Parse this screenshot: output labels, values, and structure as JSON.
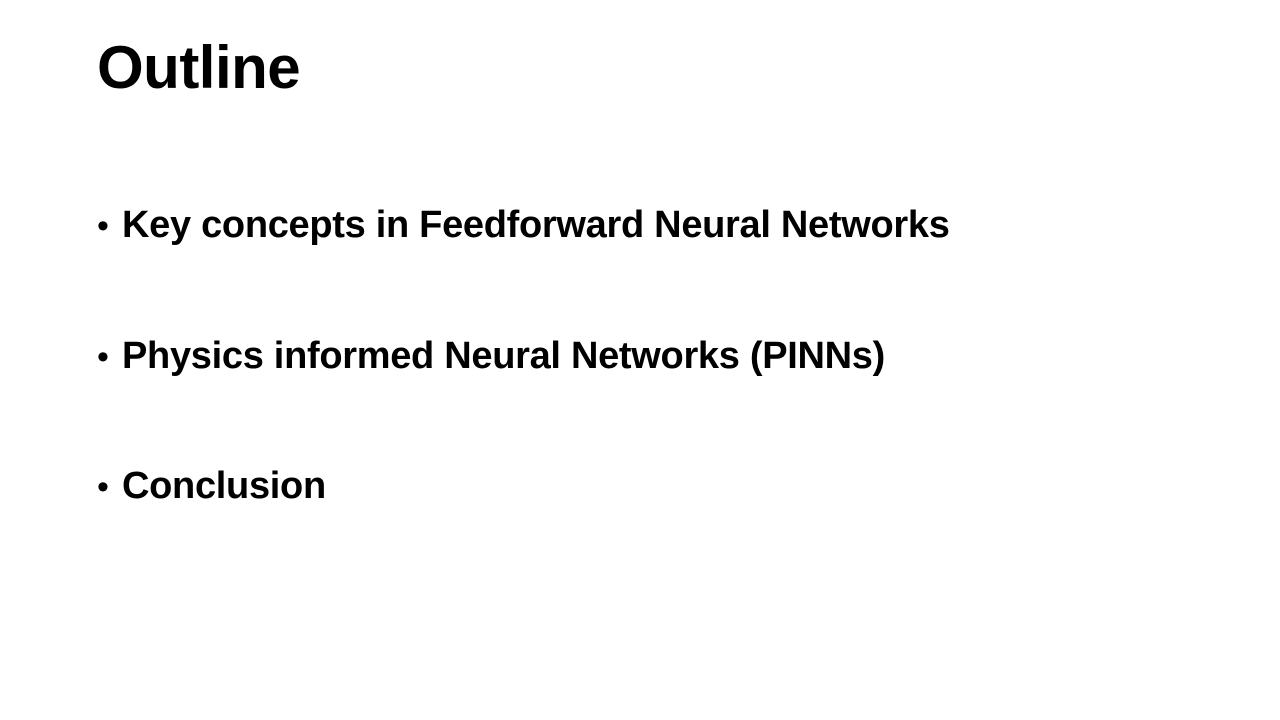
{
  "slide": {
    "title": "Outline",
    "bullet_symbol": "•",
    "bullets": [
      {
        "text": "Key concepts in Feedforward Neural Networks"
      },
      {
        "text": "Physics informed Neural Networks (PINNs)"
      },
      {
        "text": "Conclusion"
      }
    ],
    "colors": {
      "background": "#ffffff",
      "text": "#000000"
    }
  }
}
